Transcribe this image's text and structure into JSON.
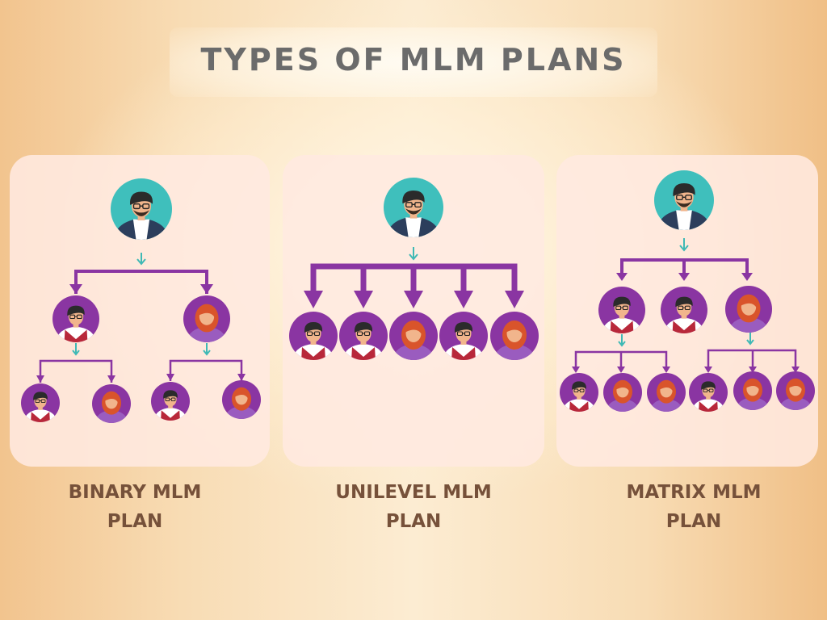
{
  "title": "TYPES OF MLM PLANS",
  "colors": {
    "connector": "#8a35a2",
    "pointer": "#3fb9b5",
    "leader_circle": "#3fbfbc",
    "member_circle": "#8a35a2",
    "title_text": "#6b6b6b",
    "caption_text": "#76513a"
  },
  "plans": [
    {
      "name": "binary",
      "caption_line1": "BINARY MLM",
      "caption_line2": "PLAN",
      "levels": [
        {
          "members": [
            "male-icon",
            "female-icon"
          ]
        },
        {
          "members": [
            "male-icon",
            "female-icon",
            "male-icon",
            "female-icon"
          ]
        }
      ]
    },
    {
      "name": "unilevel",
      "caption_line1": "UNILEVEL MLM",
      "caption_line2": "PLAN",
      "levels": [
        {
          "members": [
            "male-icon",
            "male-icon",
            "female-icon",
            "male-icon",
            "female-icon"
          ]
        }
      ]
    },
    {
      "name": "matrix",
      "caption_line1": "MATRIX MLM",
      "caption_line2": "PLAN",
      "levels": [
        {
          "members": [
            "male-icon",
            "male-icon",
            "female-icon"
          ]
        },
        {
          "members": [
            "male-icon",
            "female-icon",
            "female-icon",
            "male-icon",
            "female-icon",
            "female-icon"
          ]
        }
      ]
    }
  ]
}
